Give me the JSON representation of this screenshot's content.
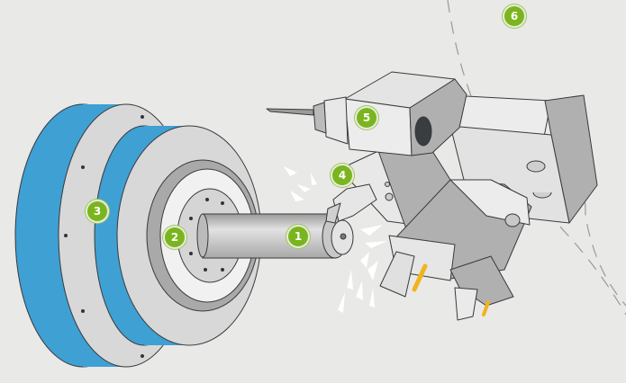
{
  "colors": {
    "background": "#e9e9e8",
    "badge": "#7ab51d",
    "chuck_blue": "#3fa0d4",
    "tool_yellow": "#f0b41c",
    "outline": "#3a3a3a"
  },
  "callouts": [
    {
      "number": "1",
      "target": "workpiece"
    },
    {
      "number": "2",
      "target": "chuck-jaws"
    },
    {
      "number": "3",
      "target": "main-spindle-chuck"
    },
    {
      "number": "4",
      "target": "turning-tool"
    },
    {
      "number": "5",
      "target": "live-tool-spindle"
    },
    {
      "number": "6",
      "target": "machine-envelope"
    }
  ]
}
